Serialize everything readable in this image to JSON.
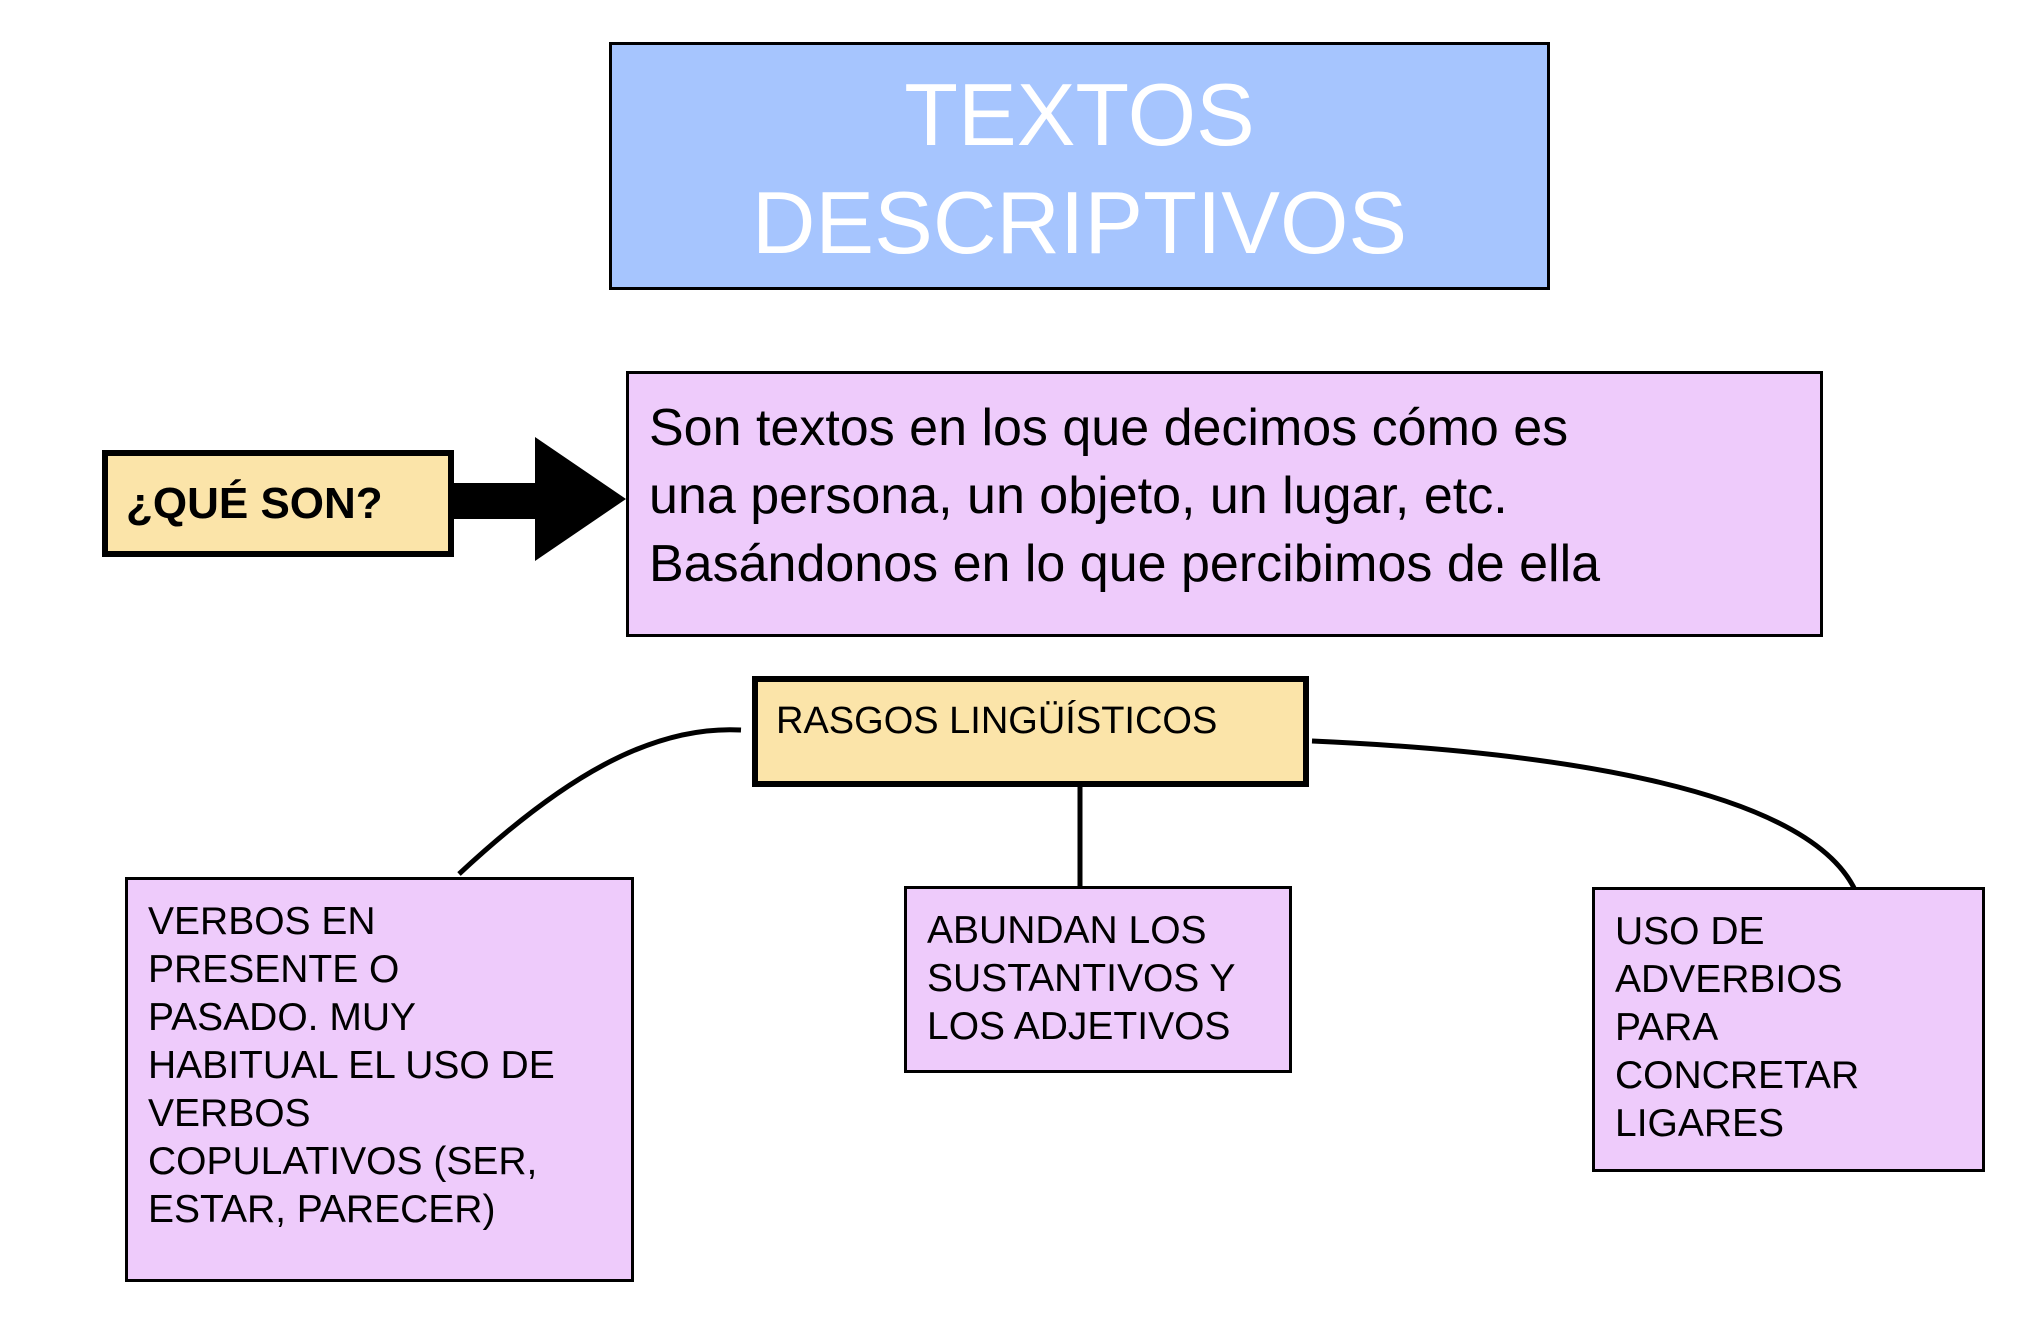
{
  "title": {
    "line1": "TEXTOS",
    "line2": "DESCRIPTIVOS"
  },
  "question": {
    "label": "¿QUÉ SON?"
  },
  "definition": {
    "lines": [
      "Son textos en los que decimos cómo es",
      "una persona, un objeto, un lugar, etc.",
      "Basándonos en lo que percibimos de ella"
    ]
  },
  "features": {
    "label": "RASGOS LINGÜÍSTICOS",
    "items": [
      {
        "lines": [
          "VERBOS EN",
          "PRESENTE O",
          "PASADO. MUY",
          "HABITUAL EL USO DE",
          "VERBOS",
          "COPULATIVOS (SER,",
          "ESTAR, PARECER)"
        ]
      },
      {
        "lines": [
          "ABUNDAN LOS",
          "SUSTANTIVOS Y",
          "LOS ADJETIVOS"
        ]
      },
      {
        "lines": [
          "USO DE",
          "ADVERBIOS",
          "PARA",
          "CONCRETAR",
          "LIGARES"
        ]
      }
    ]
  },
  "colors": {
    "title_bg": "#a6c5fe",
    "label_bg": "#fbe4a9",
    "content_bg": "#eecbfb"
  }
}
